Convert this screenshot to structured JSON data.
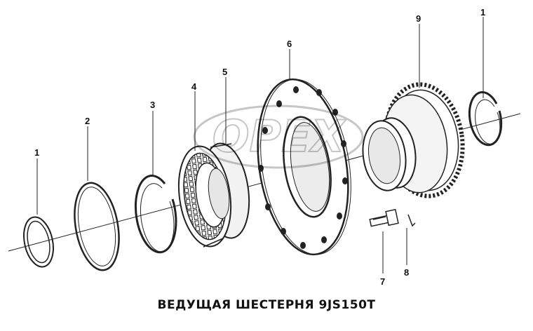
{
  "diagram": {
    "title": "ВЕДУЩАЯ ШЕСТЕРНЯ 9JS150T",
    "watermark": "OPEX",
    "parts": [
      {
        "label": "1",
        "part": "snap-ring-left"
      },
      {
        "label": "2",
        "part": "thin-ring"
      },
      {
        "label": "3",
        "part": "split-ring"
      },
      {
        "label": "4",
        "part": "roller-bearing-cage"
      },
      {
        "label": "5",
        "part": "bearing-outer-race"
      },
      {
        "label": "6",
        "part": "flange-plate"
      },
      {
        "label": "7",
        "part": "bolt"
      },
      {
        "label": "8",
        "part": "pin"
      },
      {
        "label": "9",
        "part": "drive-gear"
      },
      {
        "label": "1",
        "part": "snap-ring-right"
      }
    ]
  }
}
